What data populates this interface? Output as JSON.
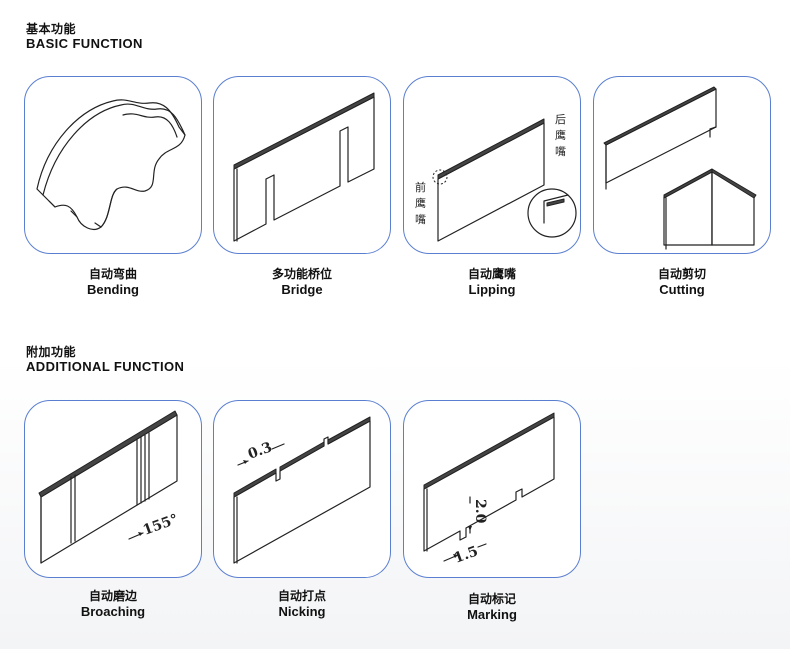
{
  "basic": {
    "title_zh": "基本功能",
    "title_en": "BASIC FUNCTION",
    "items": [
      {
        "zh": "自动弯曲",
        "en": "Bending"
      },
      {
        "zh": "多功能桥位",
        "en": "Bridge"
      },
      {
        "zh": "自动鹰嘴",
        "en": "Lipping"
      },
      {
        "zh": "自动剪切",
        "en": "Cutting"
      }
    ]
  },
  "additional": {
    "title_zh": "附加功能",
    "title_en": "ADDITIONAL FUNCTION",
    "items": [
      {
        "zh": "自动磨边",
        "en": "Broaching"
      },
      {
        "zh": "自动打点",
        "en": "Nicking"
      },
      {
        "zh": "自动标记",
        "en": "Marking"
      }
    ]
  },
  "annotations": {
    "lipping_back": [
      "后",
      "鹰",
      "嘴"
    ],
    "lipping_front": [
      "前",
      "鹰",
      "嘴"
    ],
    "broaching_angle": "155°",
    "nicking_depth": "0.3",
    "marking_height": "2.0",
    "marking_width": "1.5"
  },
  "colors": {
    "card_border": "#5b7fd0",
    "text": "#111111"
  }
}
